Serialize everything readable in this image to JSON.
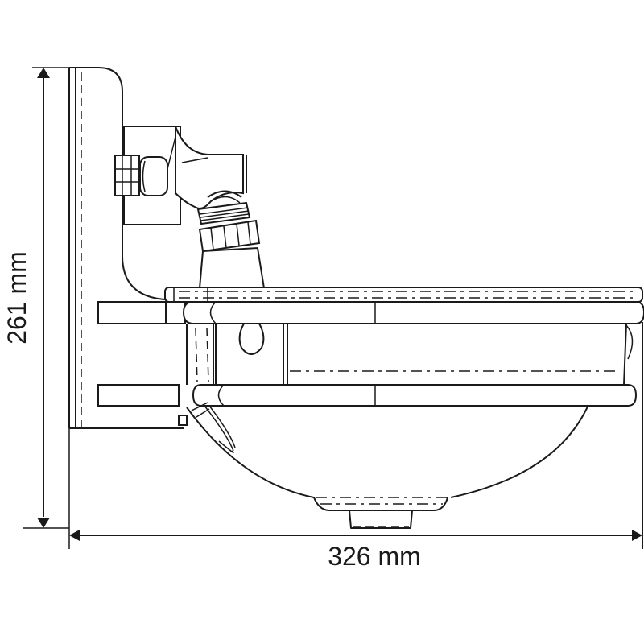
{
  "drawing": {
    "subject": "wall-mounted drinking bowl with valve, side view",
    "line_color": "#1a1a1a",
    "background": "#ffffff"
  },
  "dimensions": {
    "height": {
      "value": 261,
      "unit": "mm",
      "label": "261 mm"
    },
    "width": {
      "value": 326,
      "unit": "mm",
      "label": "326 mm"
    }
  },
  "icons": {
    "arrow_up": "arrow-up-icon",
    "arrow_down": "arrow-down-icon",
    "arrow_left": "arrow-left-icon",
    "arrow_right": "arrow-right-icon"
  }
}
